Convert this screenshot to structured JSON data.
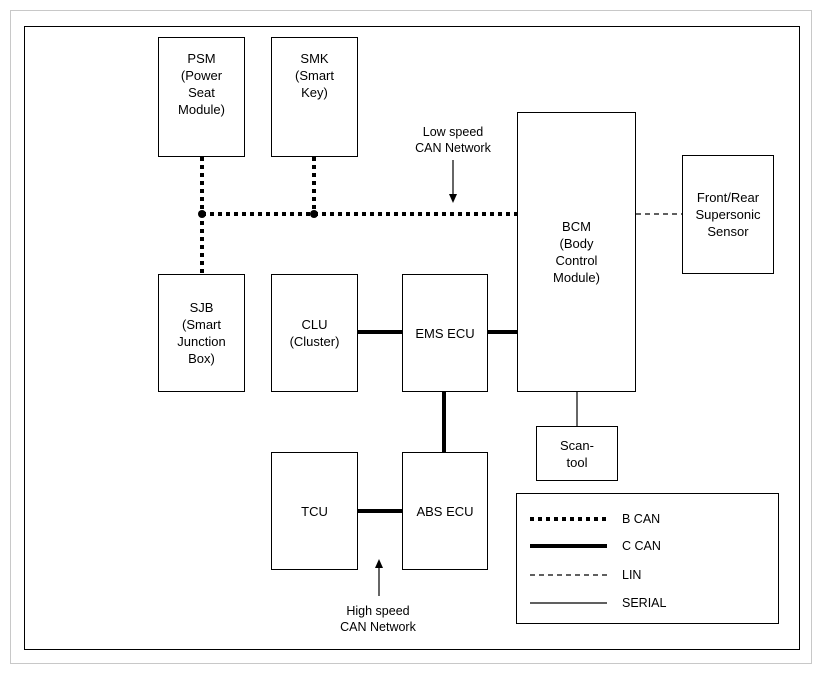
{
  "nodes": {
    "psm": "PSM\n(Power\nSeat\nModule)",
    "smk": "SMK\n(Smart\nKey)",
    "bcm": "BCM\n(Body\nControl\nModule)",
    "sensor": "Front/Rear\nSupersonic\nSensor",
    "sjb": "SJB\n(Smart\nJunction\nBox)",
    "clu": "CLU\n(Cluster)",
    "ems": "EMS ECU",
    "scan": "Scan-\ntool",
    "tcu": "TCU",
    "abs": "ABS ECU"
  },
  "annotations": {
    "low_speed": "Low speed\nCAN Network",
    "high_speed": "High speed\nCAN Network"
  },
  "legend": {
    "b_can": "B CAN",
    "c_can": "C CAN",
    "lin": "LIN",
    "serial": "SERIAL"
  }
}
